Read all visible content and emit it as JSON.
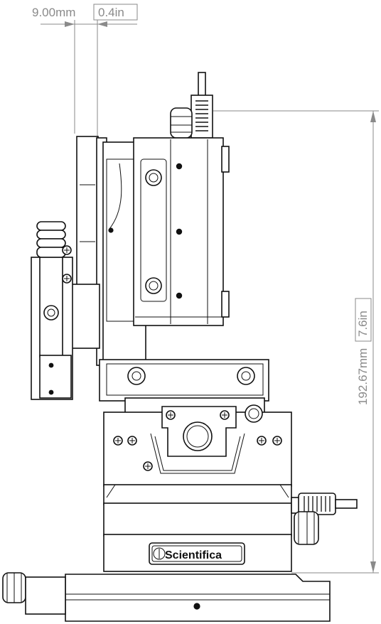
{
  "dimensions": {
    "width_mm": "9.00mm",
    "width_in": "0.4in",
    "height_mm": "192.67mm",
    "height_in": "7.6in"
  },
  "logo": {
    "text": "Scientifica"
  },
  "colors": {
    "dimension": "#8a8a8a",
    "outline": "#111111",
    "background": "#ffffff"
  }
}
